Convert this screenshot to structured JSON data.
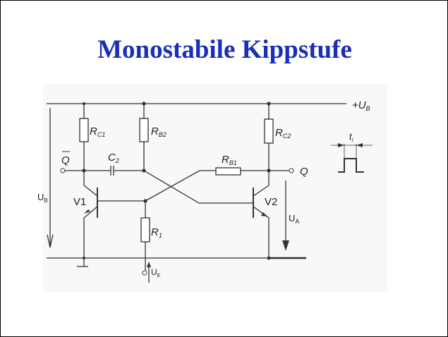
{
  "title": "Monostabile Kippstufe",
  "labels": {
    "supply": "+U",
    "supply_sub": "B",
    "rc1": "R",
    "rc1_sub": "C1",
    "rb2": "R",
    "rb2_sub": "B2",
    "rc2": "R",
    "rc2_sub": "C2",
    "rb1": "R",
    "rb1_sub": "B1",
    "r1": "R",
    "r1_sub": "1",
    "c2": "C",
    "c2_sub": "2",
    "qbar": "Q",
    "q": "Q",
    "v1": "V1",
    "v2": "V2",
    "ub": "U",
    "ub_sub": "B",
    "ua": "U",
    "ua_sub": "A",
    "ue": "U",
    "ue_sub": "E",
    "ti": "t",
    "ti_sub": "i"
  }
}
